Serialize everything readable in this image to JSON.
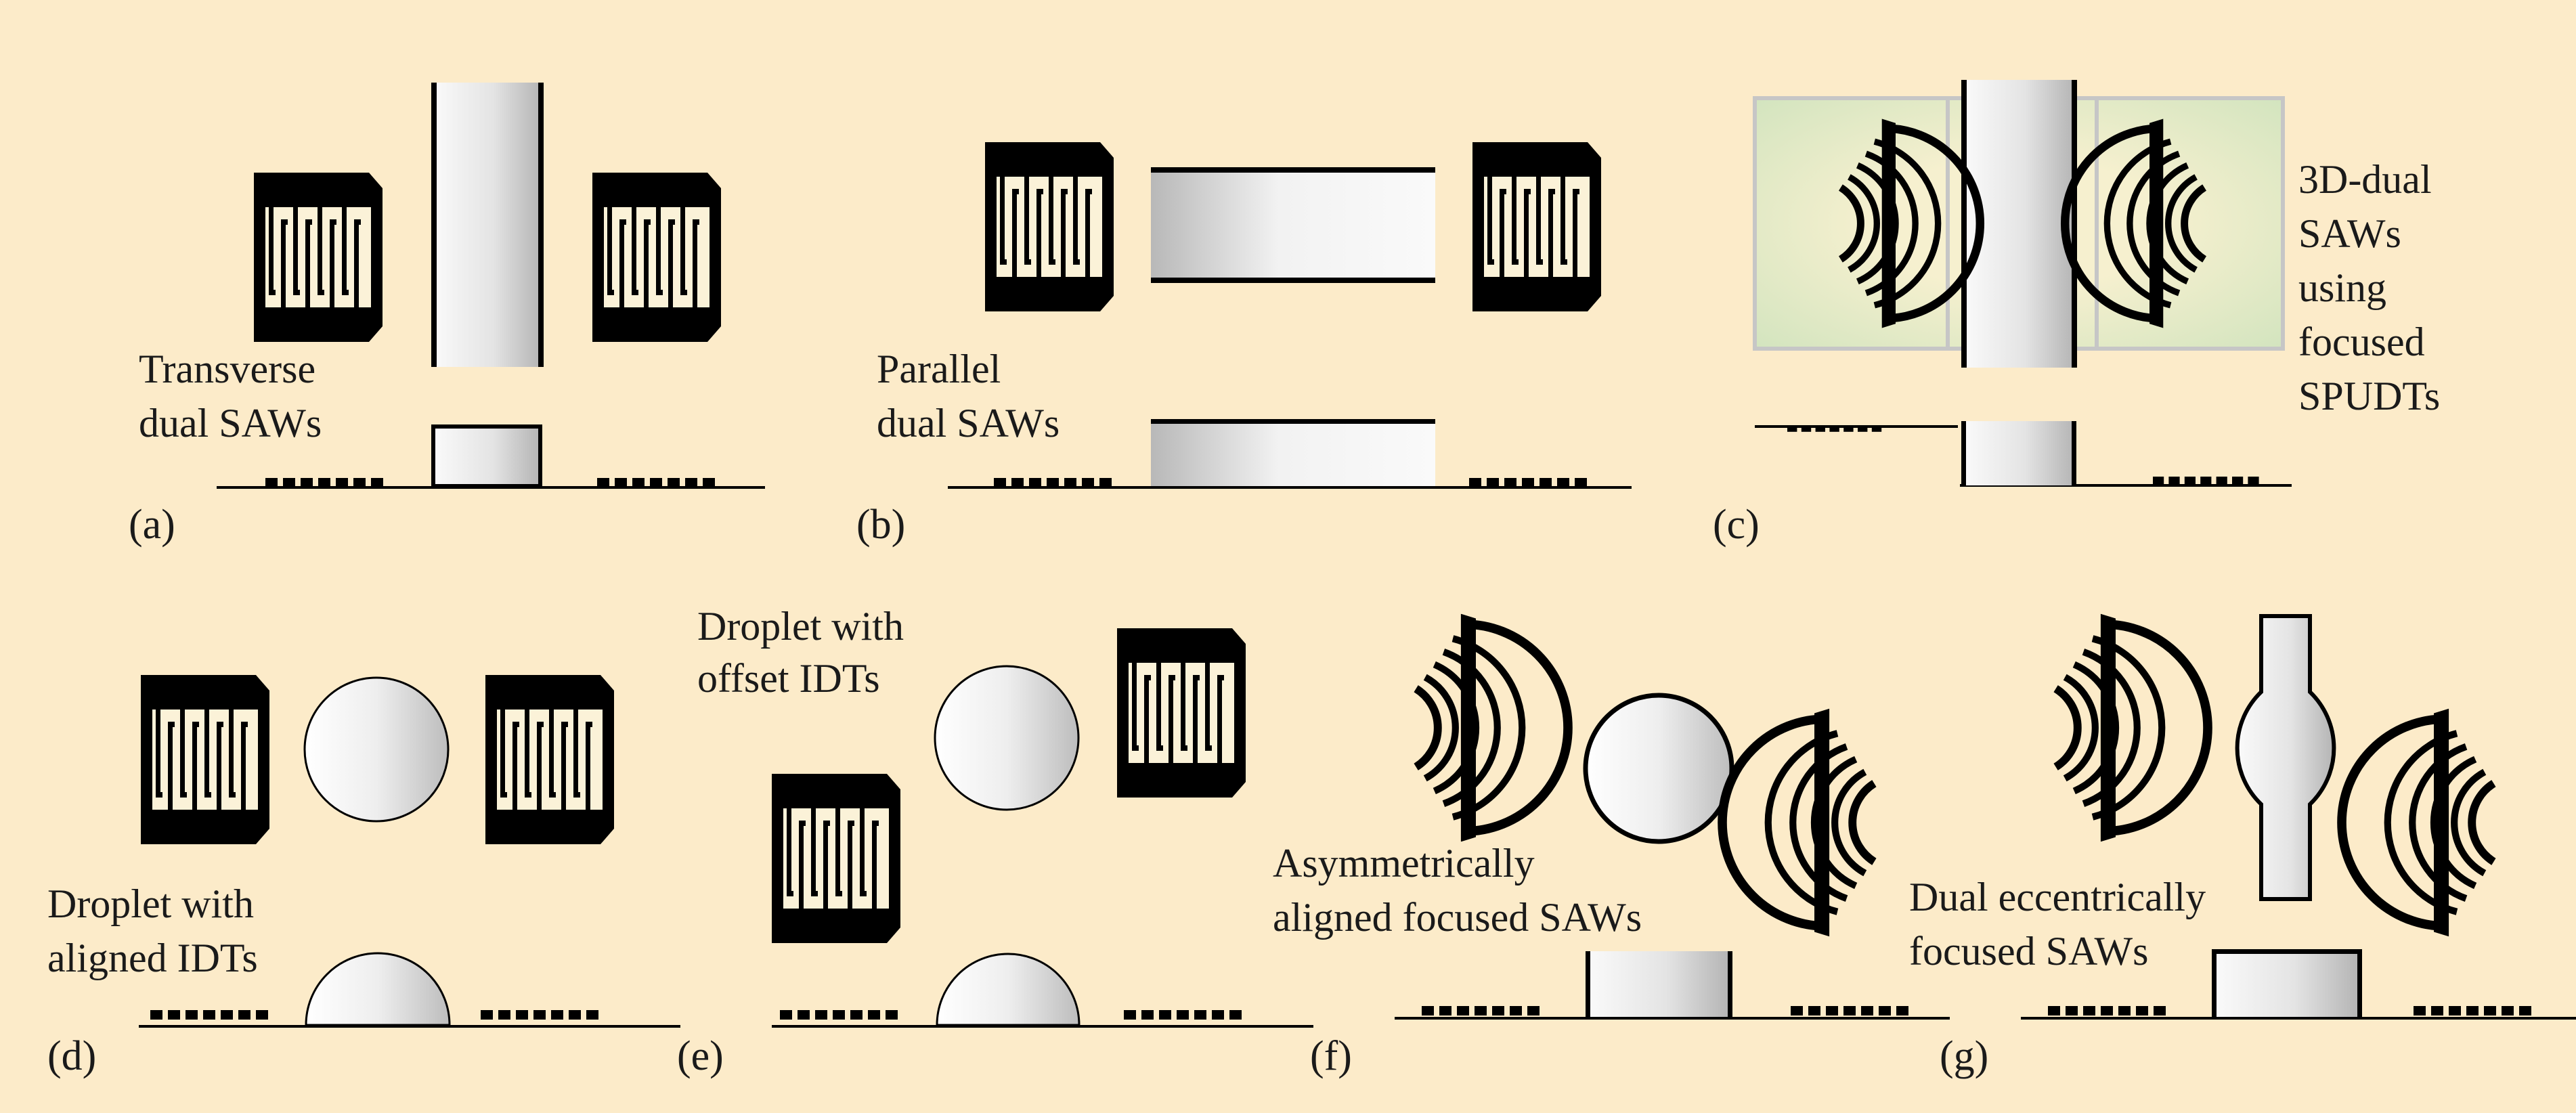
{
  "colors": {
    "background": "#fcebc9",
    "electrode": "#000000",
    "electrode_gap": "#fbf2d8",
    "fluid_light": "#f4f4f4",
    "fluid_dark": "#b9b9b9",
    "overlay_green": "#d6e6c4",
    "overlay_frame": "#c6c6c6"
  },
  "panels": [
    {
      "id": "a",
      "tag": "(a)",
      "caption": [
        "Transverse",
        "dual SAWs"
      ]
    },
    {
      "id": "b",
      "tag": "(b)",
      "caption": [
        "Parallel",
        "dual SAWs"
      ]
    },
    {
      "id": "c",
      "tag": "(c)",
      "caption": [
        "3D-dual",
        "SAWs",
        "using",
        "focused",
        "SPUDTs"
      ]
    },
    {
      "id": "d",
      "tag": "(d)",
      "caption": [
        "Droplet with",
        "aligned IDTs"
      ]
    },
    {
      "id": "e",
      "tag": "(e)",
      "caption": [
        "Droplet with",
        "offset IDTs"
      ]
    },
    {
      "id": "f",
      "tag": "(f)",
      "caption": [
        "Asymmetrically",
        "aligned  focused SAWs"
      ]
    },
    {
      "id": "g",
      "tag": "(g)",
      "caption": [
        "Dual eccentrically",
        "focused SAWs"
      ]
    }
  ]
}
